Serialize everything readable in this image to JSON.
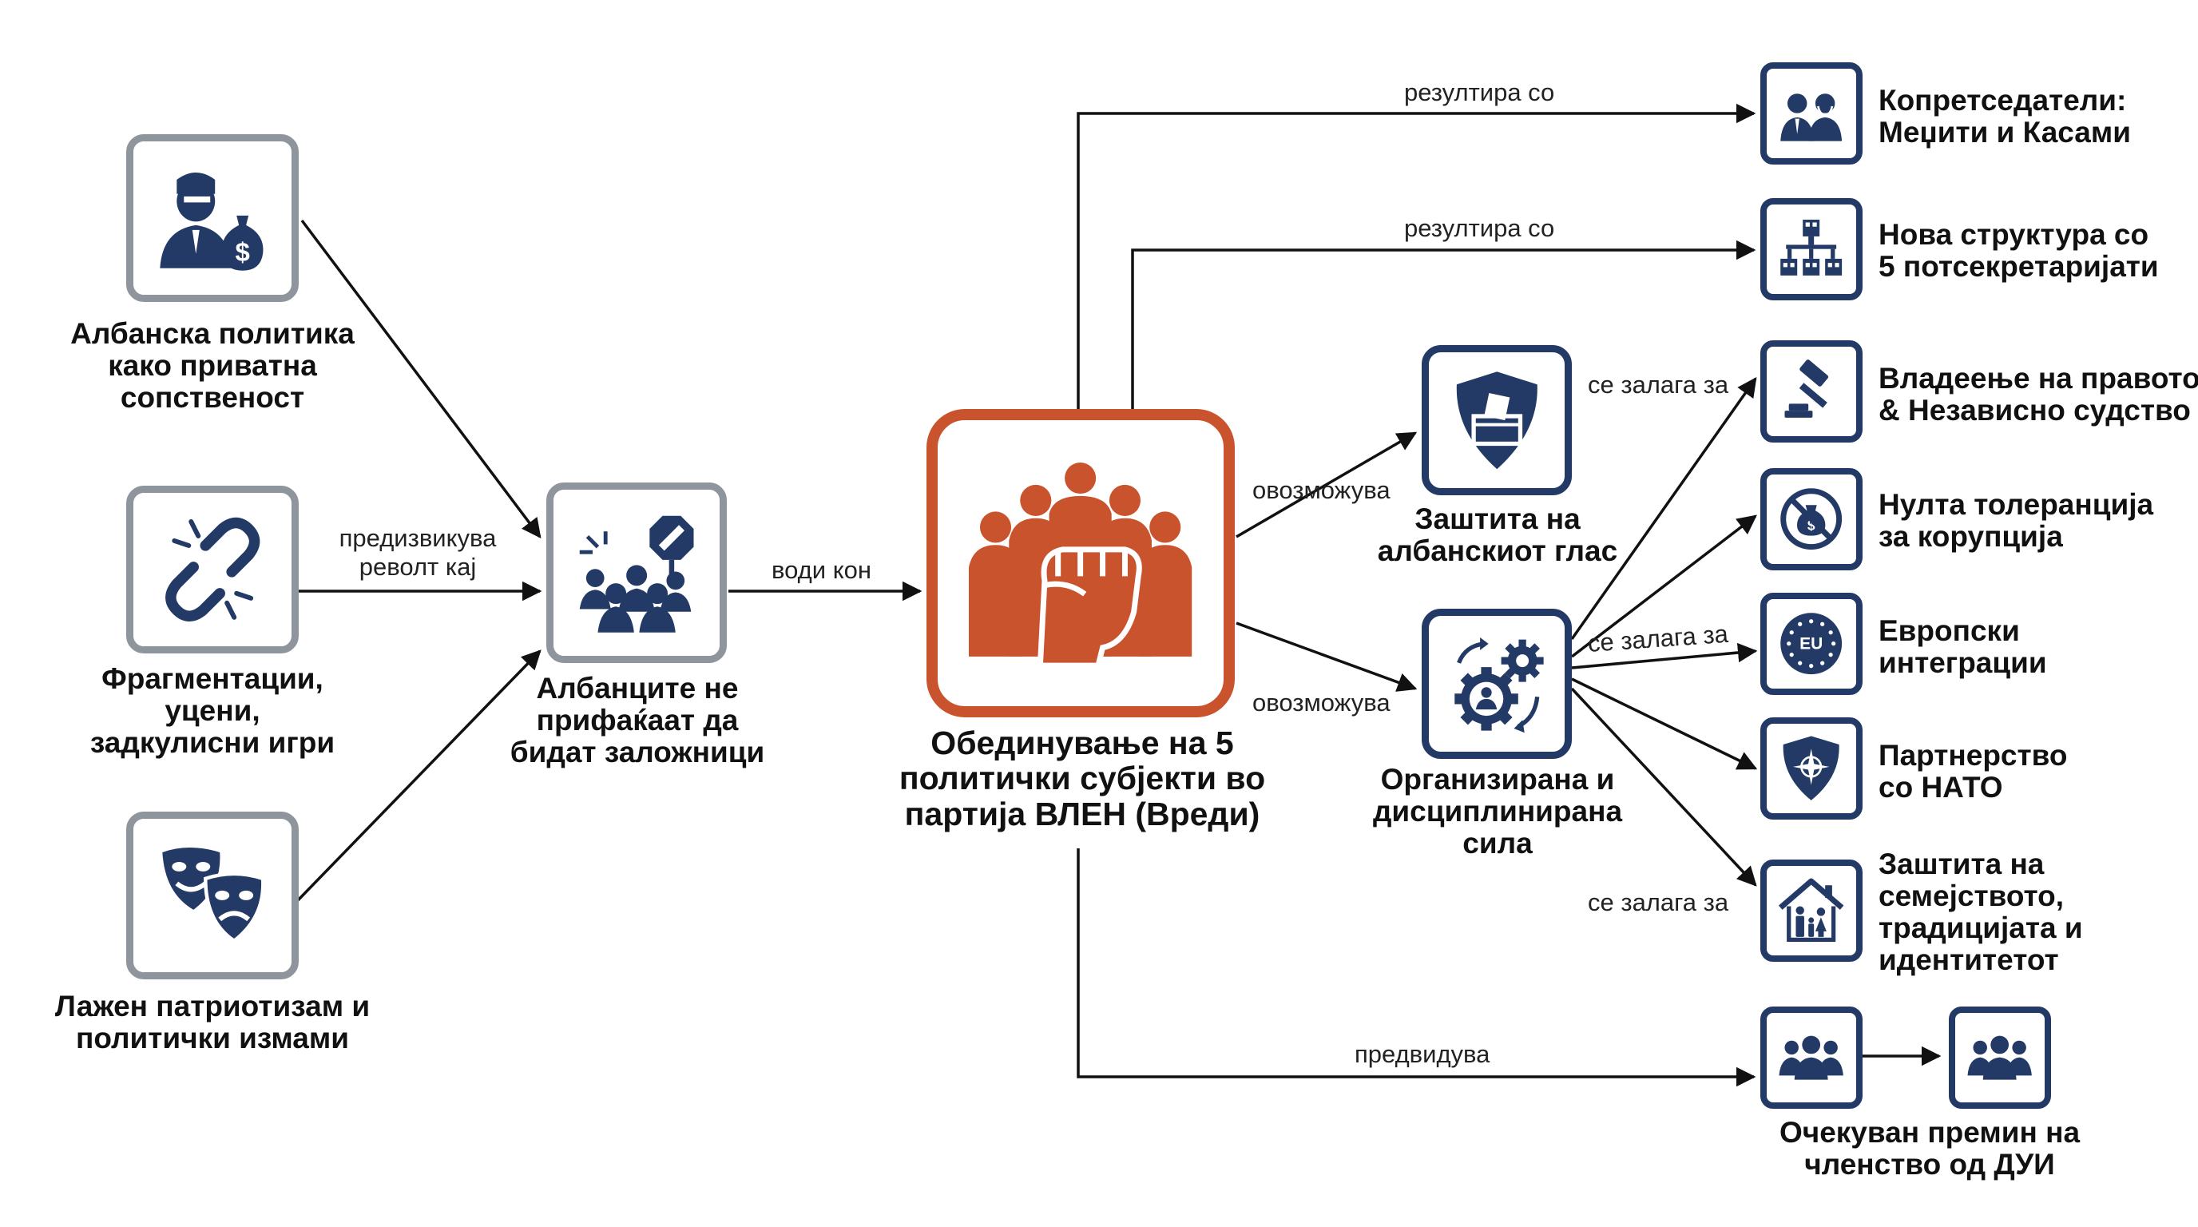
{
  "colors": {
    "navy": "#233a66",
    "orange": "#c9532c",
    "gray": "#8f959c",
    "line": "#111111"
  },
  "left_nodes": [
    {
      "id": "n1",
      "icon": "criminal-with-money-bag-icon",
      "label": [
        "Албанска политика",
        "како приватна",
        "сопственост"
      ]
    },
    {
      "id": "n2",
      "icon": "broken-chain-icon",
      "label": [
        "Фрагментации,",
        "уцени,",
        "задкулисни игри"
      ]
    },
    {
      "id": "n3",
      "icon": "theater-masks-icon",
      "label": [
        "Лажен патриотизам и",
        "политички измами"
      ]
    }
  ],
  "protest_node": {
    "icon": "protest-crowd-icon",
    "label": [
      "Албанците не",
      "прифаќаат да",
      "бидат заложници"
    ]
  },
  "center_node": {
    "icon": "united-fist-crowd-icon",
    "label": [
      "Обединување на 5",
      "политички субјекти во",
      "партија ВЛЕН (Вреди)"
    ]
  },
  "mid_nodes": [
    {
      "id": "shield",
      "icon": "shield-ballot-icon",
      "label": [
        "Заштита на",
        "албанскиот глас"
      ]
    },
    {
      "id": "org",
      "icon": "gears-people-icon",
      "label": [
        "Организирана и",
        "дисциплинирана",
        "сила"
      ]
    }
  ],
  "right_nodes": [
    {
      "id": "r1",
      "icon": "two-people-icon",
      "label": [
        "Копретседатели:",
        "Меџити и Касами"
      ]
    },
    {
      "id": "r2",
      "icon": "org-structure-icon",
      "label": [
        "Нова структура со",
        "5 потсекретаријати"
      ]
    },
    {
      "id": "r3",
      "icon": "gavel-icon",
      "label": [
        "Владеење на правото",
        "& Независно судство"
      ]
    },
    {
      "id": "r4",
      "icon": "no-bribe-icon",
      "label": [
        "Нулта толеранција",
        "за корупција"
      ]
    },
    {
      "id": "r5",
      "icon": "eu-flag-icon",
      "icon_text": "EU",
      "label": [
        "Европски",
        "интеграции"
      ]
    },
    {
      "id": "r6",
      "icon": "nato-shield-icon",
      "label": [
        "Партнерство",
        "со НАТО"
      ]
    },
    {
      "id": "r7",
      "icon": "family-house-icon",
      "label": [
        "Заштита на",
        "семејството,",
        "традицијата и",
        "идентитетот"
      ]
    }
  ],
  "bottom_nodes": {
    "icon_a": "group-icon",
    "icon_b": "group-icon",
    "label": [
      "Очекуван премин на",
      "членство од ДУИ"
    ]
  },
  "edges": {
    "provokes": [
      "предизвикува",
      "револт кај"
    ],
    "leads_to": "води кон",
    "results_in_1": "резултира со",
    "results_in_2": "резултира со",
    "enables_1": "овозможува",
    "enables_2": "овозможува",
    "advocates_1": "се залага за",
    "advocates_2": "се залага за",
    "advocates_3": "се залага за",
    "foresees": "предвидува"
  }
}
